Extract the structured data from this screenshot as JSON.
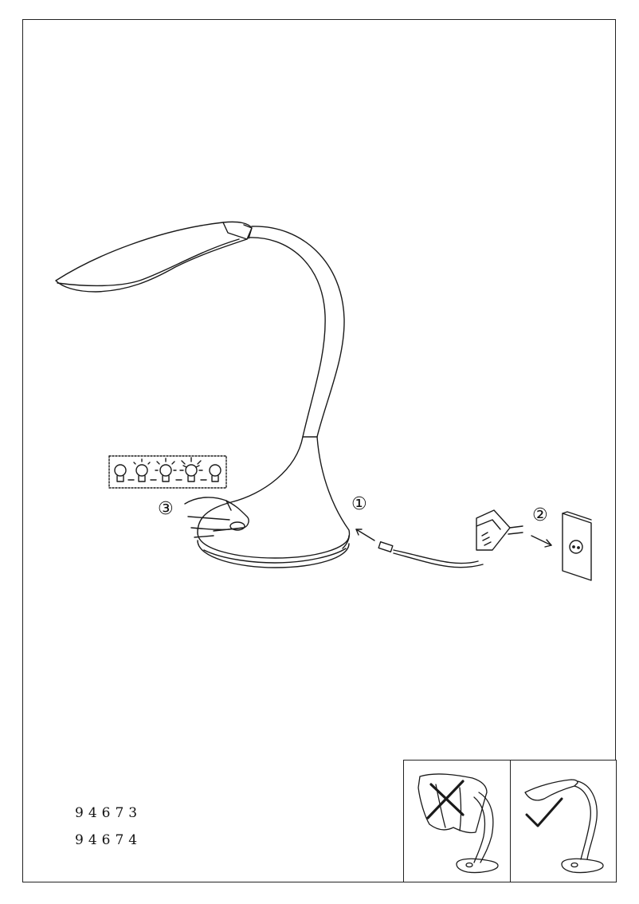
{
  "steps": {
    "step1": "①",
    "step2": "②",
    "step3": "③"
  },
  "models": [
    "94673",
    "94674"
  ],
  "icons": {
    "brightness_sequence": [
      "bulb-off-icon",
      "bulb-dim-icon",
      "bulb-medium-icon",
      "bulb-bright-icon",
      "bulb-off-icon"
    ],
    "forbidden_mark": "cross-mark-icon",
    "allowed_mark": "check-mark-icon"
  },
  "colors": {
    "line": "#1a1a1a",
    "background": "#ffffff"
  }
}
